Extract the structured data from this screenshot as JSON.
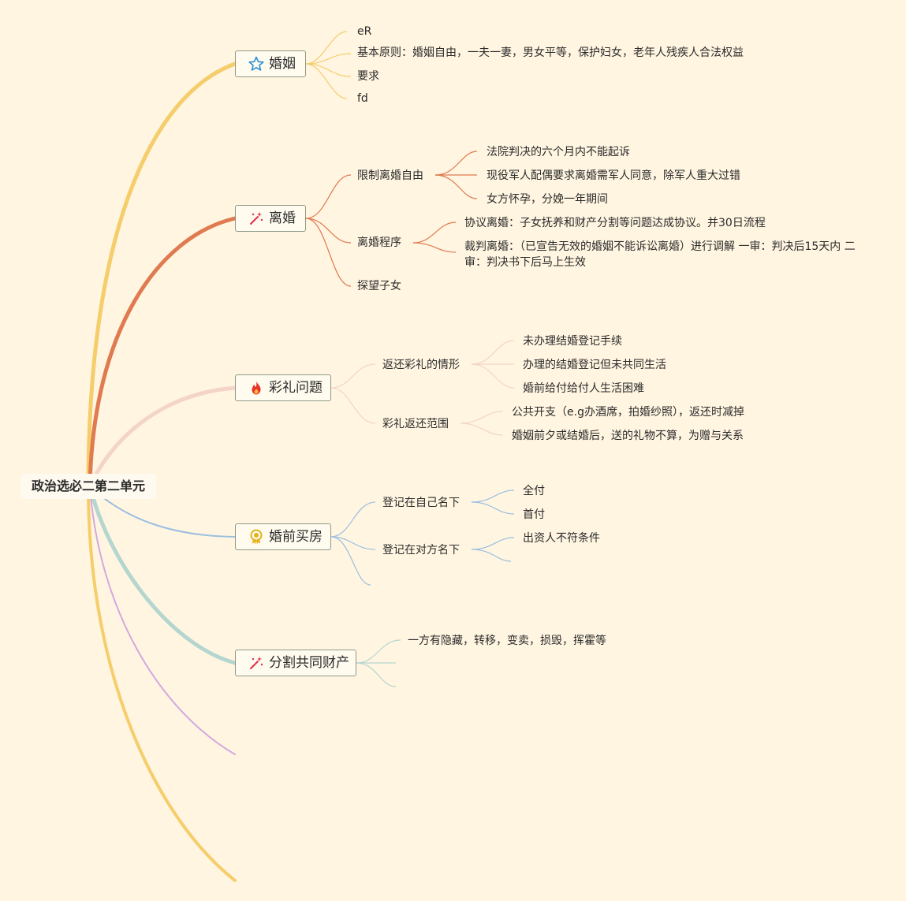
{
  "root": {
    "label": "政治选必二第二单元"
  },
  "branches": [
    {
      "label": "婚姻",
      "icon": "star-icon",
      "color": "#f5cd6b",
      "children": [
        {
          "label": "eR"
        },
        {
          "label": "基本原则：婚姻自由，一夫一妻，男女平等，保护妇女，老年人残疾人合法权益"
        },
        {
          "label": "要求"
        },
        {
          "label": "fd"
        }
      ]
    },
    {
      "label": "离婚",
      "icon": "magic-wand-icon",
      "color": "#e07a50",
      "children": [
        {
          "label": "限制离婚自由",
          "children": [
            {
              "label": "法院判决的六个月内不能起诉"
            },
            {
              "label": "现役军人配偶要求离婚需军人同意，除军人重大过错"
            },
            {
              "label": "女方怀孕，分娩一年期间"
            }
          ]
        },
        {
          "label": "离婚程序",
          "children": [
            {
              "label": "协议离婚：子女抚养和财产分割等问题达成协议。并30日流程"
            },
            {
              "label": "裁判离婚：（已宣告无效的婚姻不能诉讼离婚）进行调解 一审：判决后15天内 二审：判决书下后马上生效"
            }
          ]
        },
        {
          "label": "探望子女"
        }
      ]
    },
    {
      "label": "彩礼问题",
      "icon": "fire-icon",
      "color": "#f4d4c8",
      "children": [
        {
          "label": "返还彩礼的情形",
          "children": [
            {
              "label": "未办理结婚登记手续"
            },
            {
              "label": "办理的结婚登记但未共同生活"
            },
            {
              "label": "婚前给付给付人生活困难"
            }
          ]
        },
        {
          "label": "彩礼返还范围",
          "children": [
            {
              "label": "公共开支（e.g办酒席，拍婚纱照），返还时减掉"
            },
            {
              "label": "婚姻前夕或结婚后，送的礼物不算，为赠与关系"
            }
          ]
        }
      ]
    },
    {
      "label": "婚前买房",
      "icon": "medal-icon",
      "color": "#9bbfe0",
      "children": [
        {
          "label": "登记在自己名下",
          "children": [
            {
              "label": "全付"
            },
            {
              "label": "首付"
            }
          ]
        },
        {
          "label": "登记在对方名下",
          "children": [
            {
              "label": "出资人不符条件"
            }
          ]
        }
      ]
    },
    {
      "label": "分割共同财产",
      "icon": "magic-wand-icon",
      "color": "#b5d6cf",
      "children": [
        {
          "label": "一方有隐藏，转移，变卖，损毁，挥霍等"
        }
      ]
    }
  ]
}
